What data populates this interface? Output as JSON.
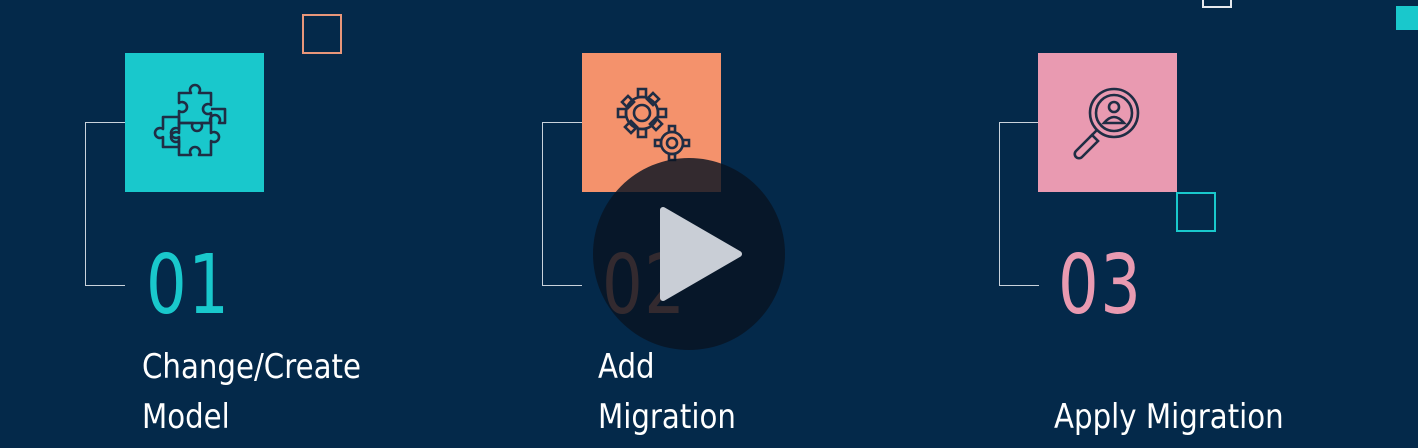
{
  "colors": {
    "background": "#04294a",
    "teal": "#19c8cc",
    "peach": "#f4926c",
    "pink": "#e99ab1",
    "label_text": "#ffffff",
    "connector_line": "#c9d2dc"
  },
  "steps": [
    {
      "number": "01",
      "label_line1": "Change/Create",
      "label_line2": "Model",
      "icon": "puzzle-icon",
      "color": "#19c8cc"
    },
    {
      "number": "02",
      "label_line1": "Add",
      "label_line2": "Migration",
      "icon": "gears-icon",
      "color": "#f4926c"
    },
    {
      "number": "03",
      "label_line1": "",
      "label_line2": "Apply Migration",
      "icon": "magnifier-user-icon",
      "color": "#e99ab1"
    }
  ],
  "player": {
    "play_icon": "play-icon"
  }
}
